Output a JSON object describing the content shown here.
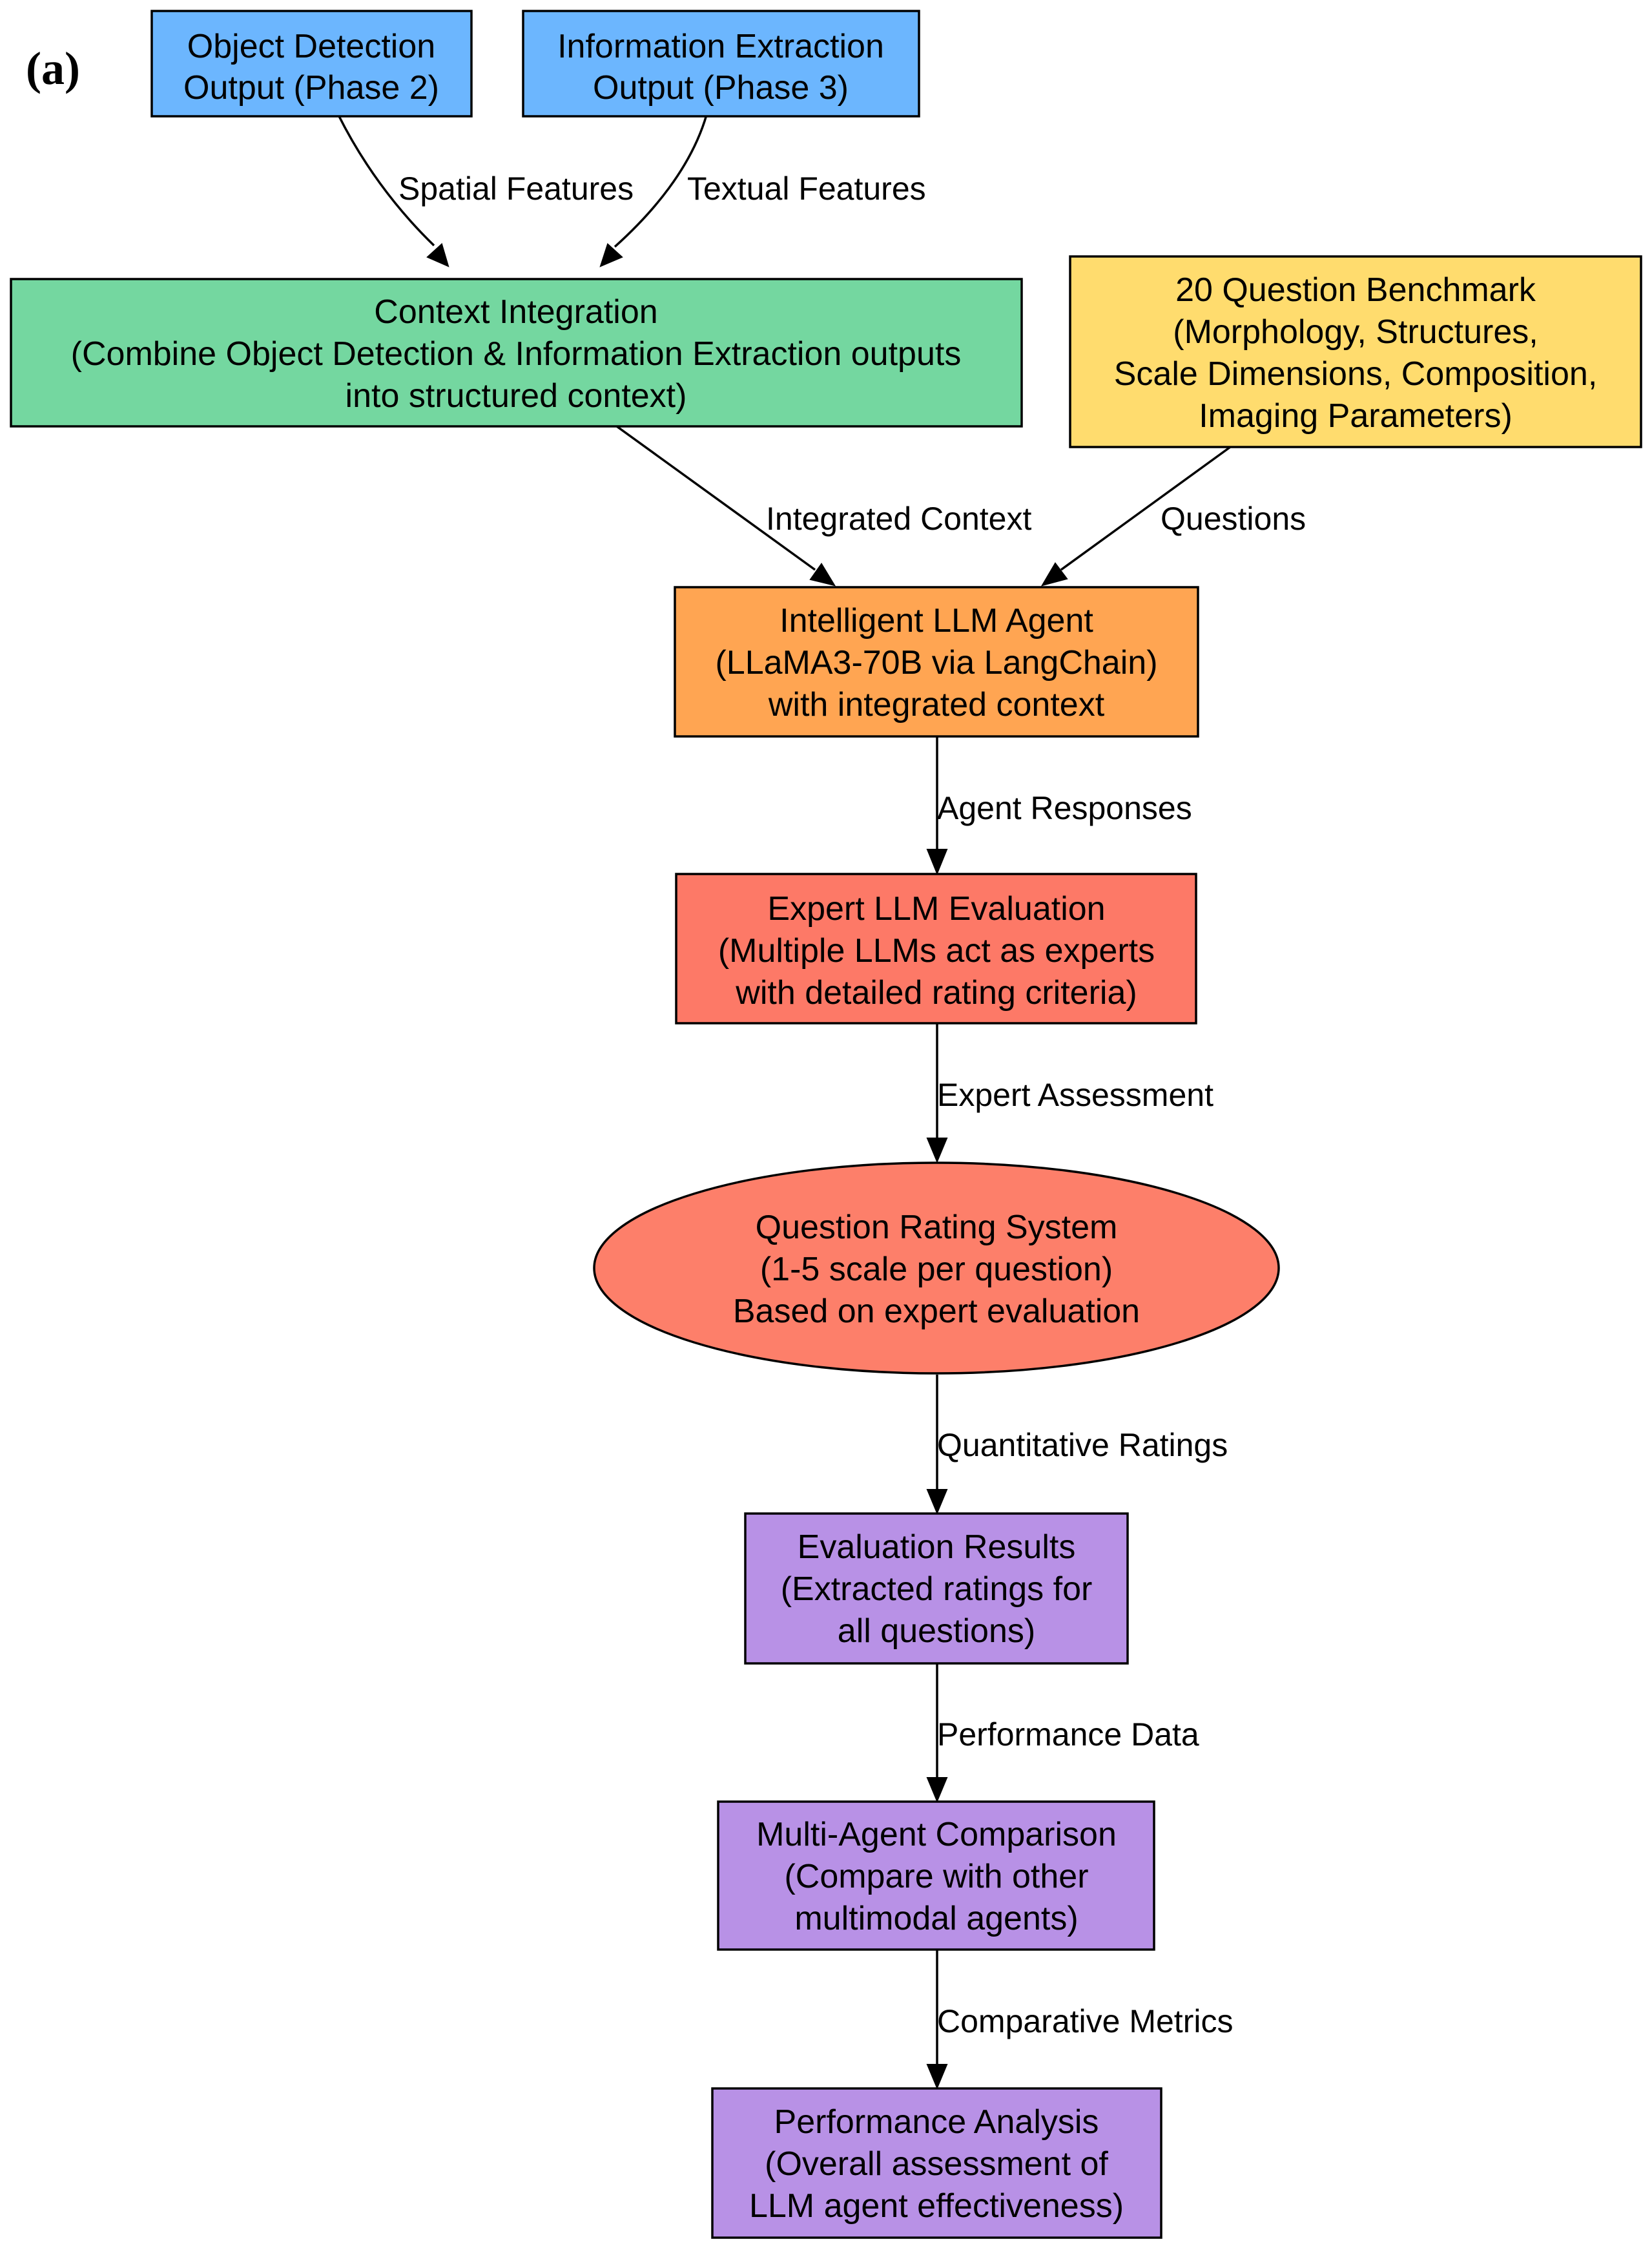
{
  "panel_label": "(a)",
  "colors": {
    "input": "#6cb6fe",
    "integration": "#74d7a0",
    "benchmark": "#ffdc6e",
    "agent": "#ffa552",
    "expert": "#fd7967",
    "rating": "#fd7f6a",
    "results": "#b891e6"
  },
  "nodes": {
    "object_detection": {
      "lines": [
        "Object Detection",
        "Output (Phase 2)"
      ]
    },
    "information_extraction": {
      "lines": [
        "Information Extraction",
        "Output (Phase 3)"
      ]
    },
    "context_integration": {
      "lines": [
        "Context Integration",
        "(Combine Object Detection & Information Extraction outputs",
        "into structured context)"
      ]
    },
    "benchmark": {
      "lines": [
        "20 Question Benchmark",
        "(Morphology, Structures,",
        "Scale Dimensions, Composition,",
        "Imaging Parameters)"
      ]
    },
    "llm_agent": {
      "lines": [
        "Intelligent LLM Agent",
        "(LLaMA3-70B via LangChain)",
        "with integrated context"
      ]
    },
    "expert_evaluation": {
      "lines": [
        "Expert LLM Evaluation",
        "(Multiple LLMs act as experts",
        "with detailed rating criteria)"
      ]
    },
    "rating_system": {
      "lines": [
        "Question Rating System",
        "(1-5 scale per question)",
        "Based on expert evaluation"
      ]
    },
    "evaluation_results": {
      "lines": [
        "Evaluation Results",
        "(Extracted ratings for",
        "all questions)"
      ]
    },
    "multi_agent_comparison": {
      "lines": [
        "Multi-Agent Comparison",
        "(Compare with other",
        "multimodal agents)"
      ]
    },
    "performance_analysis": {
      "lines": [
        "Performance Analysis",
        "(Overall assessment of",
        "LLM agent effectiveness)"
      ]
    }
  },
  "edges": {
    "spatial": "Spatial Features",
    "textual": "Textual Features",
    "integrated": "Integrated Context",
    "questions": "Questions",
    "responses": "Agent Responses",
    "assessment": "Expert Assessment",
    "ratings": "Quantitative Ratings",
    "performance": "Performance Data",
    "comparative": "Comparative Metrics"
  }
}
